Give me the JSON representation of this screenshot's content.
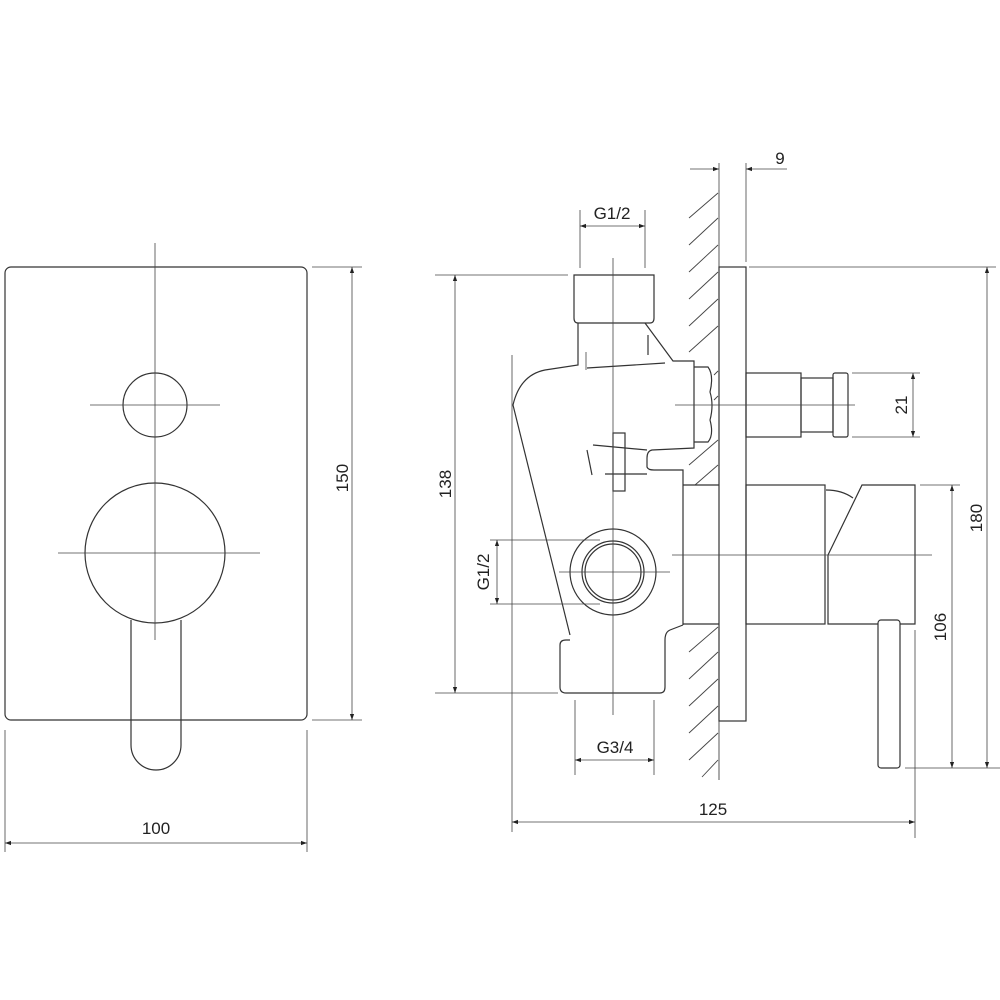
{
  "front_view": {
    "width_label": "100",
    "height_label": "150"
  },
  "side_view": {
    "plate_thickness_label": "9",
    "top_inlet_label": "G1/2",
    "side_inlet_label": "G1/2",
    "bottom_outlet_label": "G3/4",
    "body_height_label": "138",
    "diverter_diameter_label": "21",
    "handle_height_label": "106",
    "total_height_label": "180",
    "total_depth_label": "125"
  },
  "colors": {
    "line": "#333333",
    "background": "#ffffff"
  }
}
